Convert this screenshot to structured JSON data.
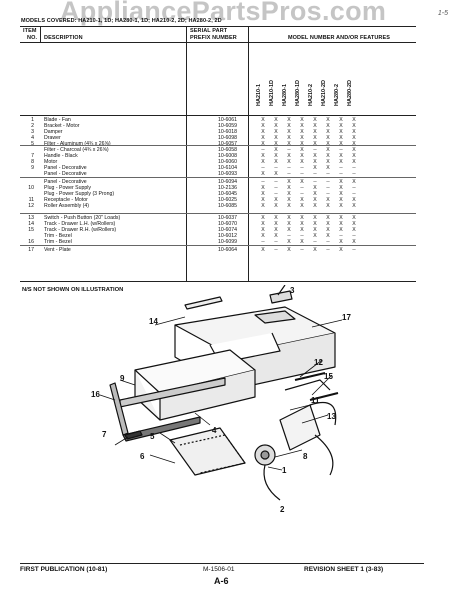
{
  "watermark": "AppliancePartsPros.com",
  "corner_mark": "1-5",
  "header": {
    "models_covered": "MODELS COVERED: HA210-1, 1D; HA280-1, 1D; HA210-2, 2D; HA280-2, 2D",
    "item_no_line1": "ITEM",
    "item_no_line2": "NO.",
    "description": "DESCRIPTION",
    "serial_line1": "SERIAL PART",
    "serial_line2": "PREFIX NUMBER",
    "model_features": "MODEL NUMBER AND/OR FEATURES"
  },
  "model_columns": [
    "HA210-1",
    "HA210-1D",
    "HA280-1",
    "HA280-1D",
    "HA210-2",
    "HA210-2D",
    "HA280-2",
    "HA280-2D"
  ],
  "parts": [
    {
      "no": "1",
      "desc": "Blade - Fan",
      "part": "10-6061",
      "marks": [
        "X",
        "X",
        "X",
        "X",
        "X",
        "X",
        "X",
        "X"
      ]
    },
    {
      "no": "2",
      "desc": "Bracket - Motor",
      "part": "10-6059",
      "marks": [
        "X",
        "X",
        "X",
        "X",
        "X",
        "X",
        "X",
        "X"
      ]
    },
    {
      "no": "3",
      "desc": "Damper",
      "part": "10-6018",
      "marks": [
        "X",
        "X",
        "X",
        "X",
        "X",
        "X",
        "X",
        "X"
      ]
    },
    {
      "no": "4",
      "desc": "Drawer",
      "part": "10-6098",
      "marks": [
        "X",
        "X",
        "X",
        "X",
        "X",
        "X",
        "X",
        "X"
      ]
    },
    {
      "no": "5",
      "desc": "Filter - Aluminum (4¾ x 26⅝)",
      "part": "10-6057",
      "marks": [
        "X",
        "X",
        "X",
        "X",
        "X",
        "X",
        "X",
        "X"
      ]
    },
    {
      "no": "",
      "desc": "Filter - Charcoal (4¾ x 26⅝)",
      "part": "10-6058",
      "marks": [
        "--",
        "X",
        "--",
        "X",
        "--",
        "X",
        "--",
        "X"
      ]
    },
    {
      "no": "7",
      "desc": "Handle - Black",
      "part": "10-6008",
      "marks": [
        "X",
        "X",
        "X",
        "X",
        "X",
        "X",
        "X",
        "X"
      ]
    },
    {
      "no": "8",
      "desc": "Motor",
      "part": "10-6060",
      "marks": [
        "X",
        "X",
        "X",
        "X",
        "X",
        "X",
        "X",
        "X"
      ]
    },
    {
      "no": "9",
      "desc": "Panel - Decorative",
      "part": "10-6104",
      "marks": [
        "--",
        "--",
        "--",
        "--",
        "X",
        "X",
        "--",
        "--"
      ]
    },
    {
      "no": "",
      "desc": "Panel - Decorative",
      "part": "10-6093",
      "marks": [
        "X",
        "X",
        "--",
        "--",
        "--",
        "--",
        "--",
        "--"
      ]
    },
    {
      "no": "",
      "desc": "Panel - Decorative",
      "part": "10-6094",
      "marks": [
        "--",
        "--",
        "X",
        "X",
        "--",
        "--",
        "X",
        "X"
      ]
    },
    {
      "no": "10",
      "desc": "Plug - Power Supply",
      "part": "10-2136",
      "marks": [
        "X",
        "--",
        "X",
        "--",
        "X",
        "--",
        "X",
        "--"
      ]
    },
    {
      "no": "",
      "desc": "Plug - Power Supply (3 Prong)",
      "part": "10-6045",
      "marks": [
        "X",
        "--",
        "X",
        "--",
        "X",
        "--",
        "X",
        "--"
      ]
    },
    {
      "no": "11",
      "desc": "Receptacle - Motor",
      "part": "10-6025",
      "marks": [
        "X",
        "X",
        "X",
        "X",
        "X",
        "X",
        "X",
        "X"
      ]
    },
    {
      "no": "12",
      "desc": "Roller Assembly (4)",
      "part": "10-6085",
      "marks": [
        "X",
        "X",
        "X",
        "X",
        "X",
        "X",
        "X",
        "X"
      ]
    },
    {
      "no": "13",
      "desc": "Switch - Push Button (20\" Loads)",
      "part": "10-6037",
      "marks": [
        "X",
        "X",
        "X",
        "X",
        "X",
        "X",
        "X",
        "X"
      ]
    },
    {
      "no": "14",
      "desc": "Track - Drawer L.H. (w/Rollers)",
      "part": "10-6070",
      "marks": [
        "X",
        "X",
        "X",
        "X",
        "X",
        "X",
        "X",
        "X"
      ]
    },
    {
      "no": "15",
      "desc": "Track - Drawer R.H. (w/Rollers)",
      "part": "10-6074",
      "marks": [
        "X",
        "X",
        "X",
        "X",
        "X",
        "X",
        "X",
        "X"
      ]
    },
    {
      "no": "",
      "desc": "Trim - Bezel",
      "part": "10-6012",
      "marks": [
        "X",
        "X",
        "--",
        "--",
        "X",
        "X",
        "--",
        "--"
      ]
    },
    {
      "no": "16",
      "desc": "Trim - Bezel",
      "part": "10-6099",
      "marks": [
        "--",
        "--",
        "X",
        "X",
        "--",
        "--",
        "X",
        "X"
      ]
    },
    {
      "no": "17",
      "desc": "Vent - Plate",
      "part": "10-6064",
      "marks": [
        "X",
        "--",
        "X",
        "--",
        "X",
        "--",
        "X",
        "--"
      ]
    }
  ],
  "note": "N/S   NOT SHOWN ON ILLUSTRATION",
  "callouts": [
    "1",
    "2",
    "3",
    "4",
    "5",
    "6",
    "7",
    "8",
    "9",
    "11",
    "12",
    "13",
    "14",
    "15",
    "16",
    "17"
  ],
  "footer": {
    "left": "FIRST PUBLICATION (10-81)",
    "center": "M-1506-01",
    "page": "A-6",
    "right": "REVISION SHEET 1 (3-83)"
  }
}
